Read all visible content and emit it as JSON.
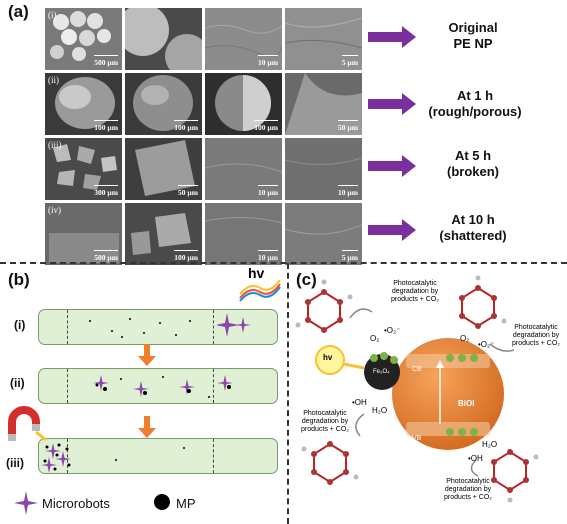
{
  "panel_a": {
    "label": "(a)",
    "rows": [
      {
        "tag": "(i)",
        "scales": [
          "500 µm",
          "",
          "10 µm",
          "5 µm"
        ],
        "stage_line1": "Original",
        "stage_line2": "PE NP"
      },
      {
        "tag": "(ii)",
        "scales": [
          "100 µm",
          "100 µm",
          "100 µm",
          "50 µm"
        ],
        "stage_line1": "At 1 h",
        "stage_line2": "(rough/porous)"
      },
      {
        "tag": "(iii)",
        "scales": [
          "300 µm",
          "50 µm",
          "10 µm",
          "10 µm"
        ],
        "stage_line1": "At 5 h",
        "stage_line2": "(broken)"
      },
      {
        "tag": "(iv)",
        "scales": [
          "500 µm",
          "100 µm",
          "10 µm",
          "5 µm"
        ],
        "stage_line1": "At 10 h",
        "stage_line2": "(shattered)"
      }
    ],
    "arrow_color": "#7b2f9e"
  },
  "panel_b": {
    "label": "(b)",
    "light": "hv",
    "rows": [
      "(i)",
      "(ii)",
      "(iii)"
    ],
    "legend_microrobots": "Microrobots",
    "legend_mp": "MP"
  },
  "panel_c": {
    "label": "(c)",
    "degradation_line1": "Photocatalytic",
    "degradation_line2": "degradation by",
    "degradation_line3": "products + CO",
    "hv": "hv",
    "fe3o4": "Fe₃O₄",
    "cb": "CB",
    "vb": "VB",
    "bioi": "BiOI",
    "o2": "O₂",
    "o2_radical": "•O₂⁻",
    "oh": "•OH",
    "h2o": "H₂O"
  }
}
